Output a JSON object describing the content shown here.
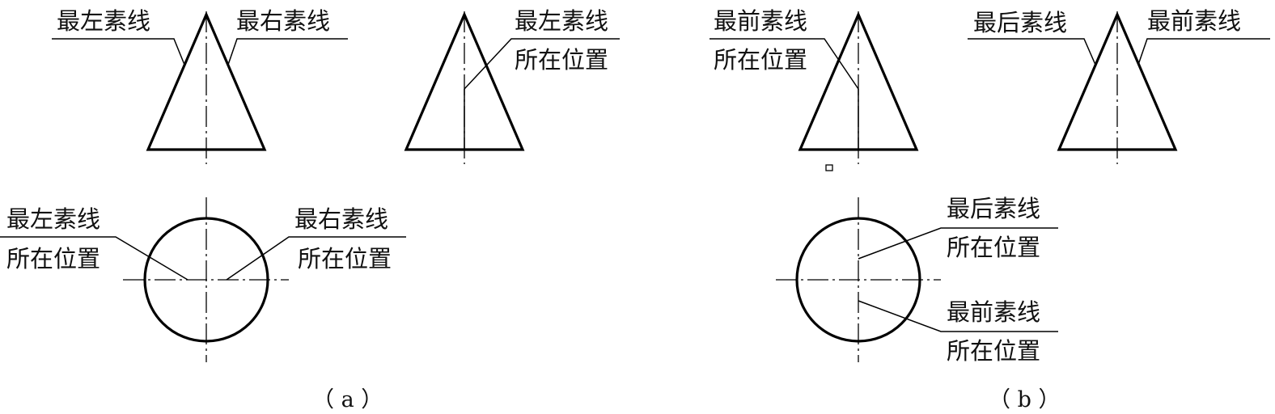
{
  "labels": {
    "a_front_left": "最左素线",
    "a_front_right": "最右素线",
    "a_side_top": "最左素线",
    "a_side_bottom": "所在位置",
    "a_top_left_top": "最左素线",
    "a_top_left_bottom": "所在位置",
    "a_top_right_top": "最右素线",
    "a_top_right_bottom": "所在位置",
    "b_front_top": "最前素线",
    "b_front_bottom": "所在位置",
    "b_side_left": "最后素线",
    "b_side_right": "最前素线",
    "b_top_upper_top": "最后素线",
    "b_top_upper_bottom": "所在位置",
    "b_top_lower_top": "最前素线",
    "b_top_lower_bottom": "所在位置"
  },
  "captions": {
    "a": "（ a ）",
    "b": "（ b ）"
  }
}
